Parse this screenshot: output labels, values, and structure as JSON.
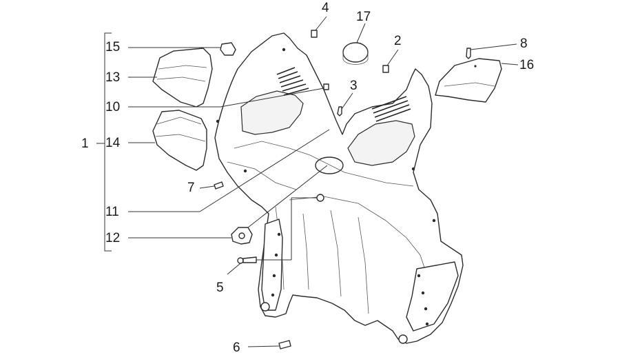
{
  "labels": {
    "p1": "1",
    "p2": "2",
    "p3": "3",
    "p4": "4",
    "p5": "5",
    "p6": "6",
    "p7": "7",
    "p8": "8",
    "p10": "10",
    "p11": "11",
    "p12": "12",
    "p13": "13",
    "p14": "14",
    "p15": "15",
    "p16": "16",
    "p17": "17"
  }
}
